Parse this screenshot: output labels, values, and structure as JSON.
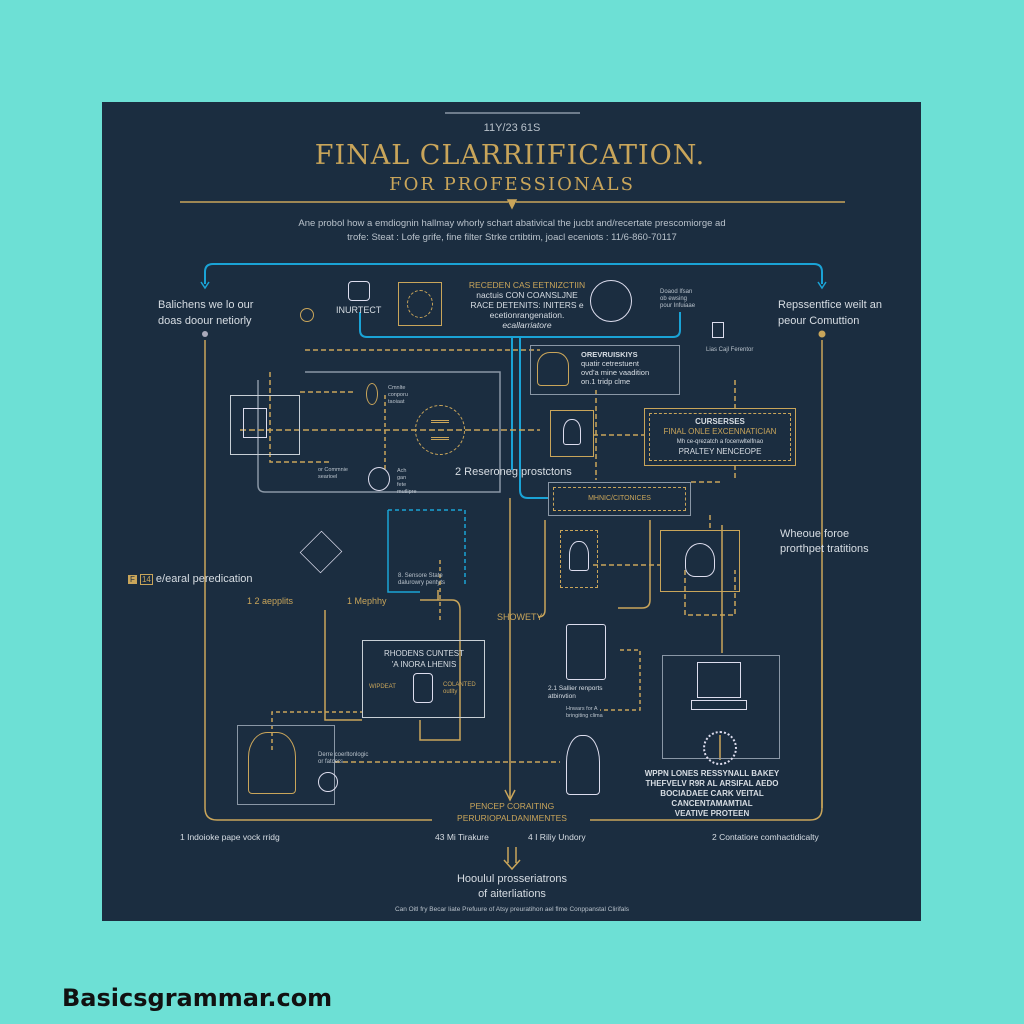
{
  "header": {
    "kicker": "11Y/23 61S",
    "title": "FINAL CLARRIIFICATION.",
    "subtitle": "FOR PROFESSIONALS",
    "description_1": "Ane probol how a emdiognin hallmay whorly schart abativical the jucbt and/recertate prescomiorge ad",
    "description_2": "trofe: Steat : Lofe grife, fine filter Strke crtibtim, joacl eceniots : 11/6-860-70117"
  },
  "top": {
    "left_note": [
      "Balichens we lo our",
      "doas doour netiorly"
    ],
    "right_note": [
      "Repssentfice weilt an",
      "peour Comuttion"
    ],
    "icon_label": "INURTECT",
    "center_block": [
      "RECEDEN CAS EETNIZCTIIN",
      "nactuis CON COANSLJNE",
      "RACE DETENITS: INITERS e",
      "ecetionrangenation.",
      "ecallarriatore"
    ],
    "people_note": [
      "Doaod Ifsan",
      "ob ewsing",
      "pour Infuiaae"
    ],
    "small_person_label": "Lias Cajl Ferentor"
  },
  "nodes": {
    "overview": [
      "OREVRUISKIYS",
      "quatir cetrestuent",
      "ovd'a mine vaadition",
      "on.1 tridp clme"
    ],
    "curserses": [
      "CURSERSES",
      "FINAL ONLE EXCENNATICIAN",
      "Mh ce-qrezatch a focenwltelfnao",
      "PRALTEY NENCEOPE"
    ],
    "mhnic": "MHNIC/CITONICES",
    "center_label": "2  Reseroneg prostctons",
    "small_1": [
      "Cmnlte",
      "conporu",
      "taoiaat"
    ],
    "small_2": [
      "or Commnie",
      "searioel"
    ],
    "small_3": [
      "Ach",
      "gan",
      "fete",
      "mutlipre"
    ],
    "sensore": [
      "8. Sensore State",
      "dalurowry pentyts"
    ],
    "showety": "SHOWETY",
    "rhodens": [
      "RHODENS CUNTEST",
      "'A INORA LHENIS"
    ],
    "rhodens_side": [
      "WIPDEAT",
      "COLANTED",
      "outlty"
    ],
    "coat_note": [
      "Derre coerltonlogic",
      "or fatcers"
    ],
    "server_note": [
      "2.1 Sallier renports",
      "atbinvtion"
    ],
    "server_note_2": [
      "Hnwars for A",
      "bringiting clima"
    ],
    "wppn": [
      "WPPN LONES RESSYNALL BAKEY",
      "THEFVELV R9R AL ARSIFAL AEDO",
      "BOCIADAEE CARK VEITAL",
      "CANCENTAMAMTIAL",
      "VEATIVE PROTEEN"
    ]
  },
  "side_labels": {
    "left_mid": "e/earal peredication",
    "left_badges": [
      "F",
      "14"
    ],
    "aepplits": "1 2 aepplits",
    "mephhy": "1 Mephhy",
    "right_mid": [
      "Wheoue foroe",
      "prorthpet tratitions"
    ]
  },
  "bottom": {
    "center_title": [
      "PENCEP CORAITING",
      "PERURIOPALDANIMENTES"
    ],
    "labels": [
      "1  Indoioke pape vock rridg",
      "43 Mi Tirakure",
      "4 I Riliy Undory",
      "2  Contatiore comhactidicalty"
    ],
    "conclusion": [
      "Hooulul prosseriatrons",
      "of aiterliations"
    ],
    "footnote": "Can Oitl fry Becar Iiate Prefuure of Atsy preuratihon ael flme Conppanstal Clirifals"
  },
  "footer": {
    "site": "Basicsgrammar.com"
  },
  "colors": {
    "background": "#6de0d5",
    "panel": "#1b2d40",
    "gold": "#c9a55a",
    "blue": "#1aa3d6",
    "line": "#8a97a6"
  }
}
